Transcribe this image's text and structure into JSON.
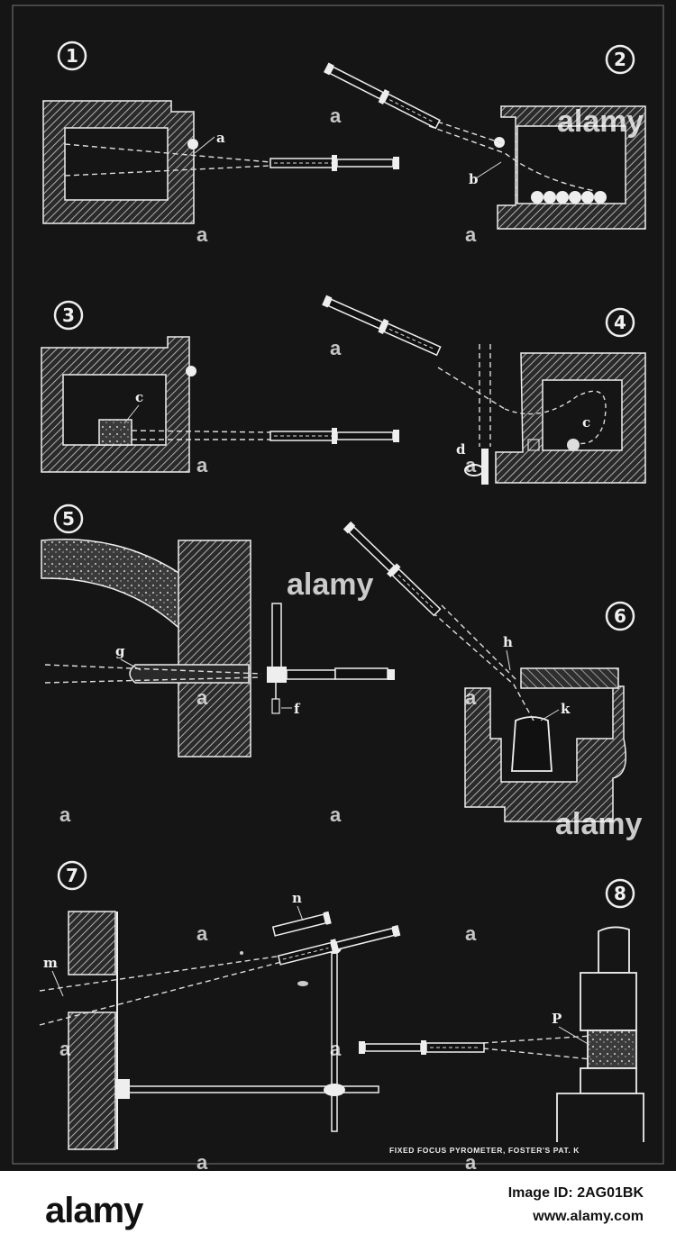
{
  "figure": {
    "caption": "FIXED FOCUS PYROMETER, FOSTER'S PAT. K",
    "panel_numbers": [
      "1",
      "2",
      "3",
      "4",
      "5",
      "6",
      "7",
      "8"
    ],
    "letters": {
      "a": "a",
      "b": "b",
      "c3": "c",
      "c4": "c",
      "d": "d",
      "f": "f",
      "g": "g",
      "h": "h",
      "k": "k",
      "m": "m",
      "n": "n",
      "p": "P"
    }
  },
  "watermark": {
    "text": "alamy",
    "small_mark": "a"
  },
  "footer": {
    "logo": "alamy",
    "image_id": "Image ID: 2AG01BK",
    "site": "www.alamy.com"
  },
  "colors": {
    "background": "#151515",
    "ink": "#e8e8e8",
    "footer": "#ffffff"
  }
}
